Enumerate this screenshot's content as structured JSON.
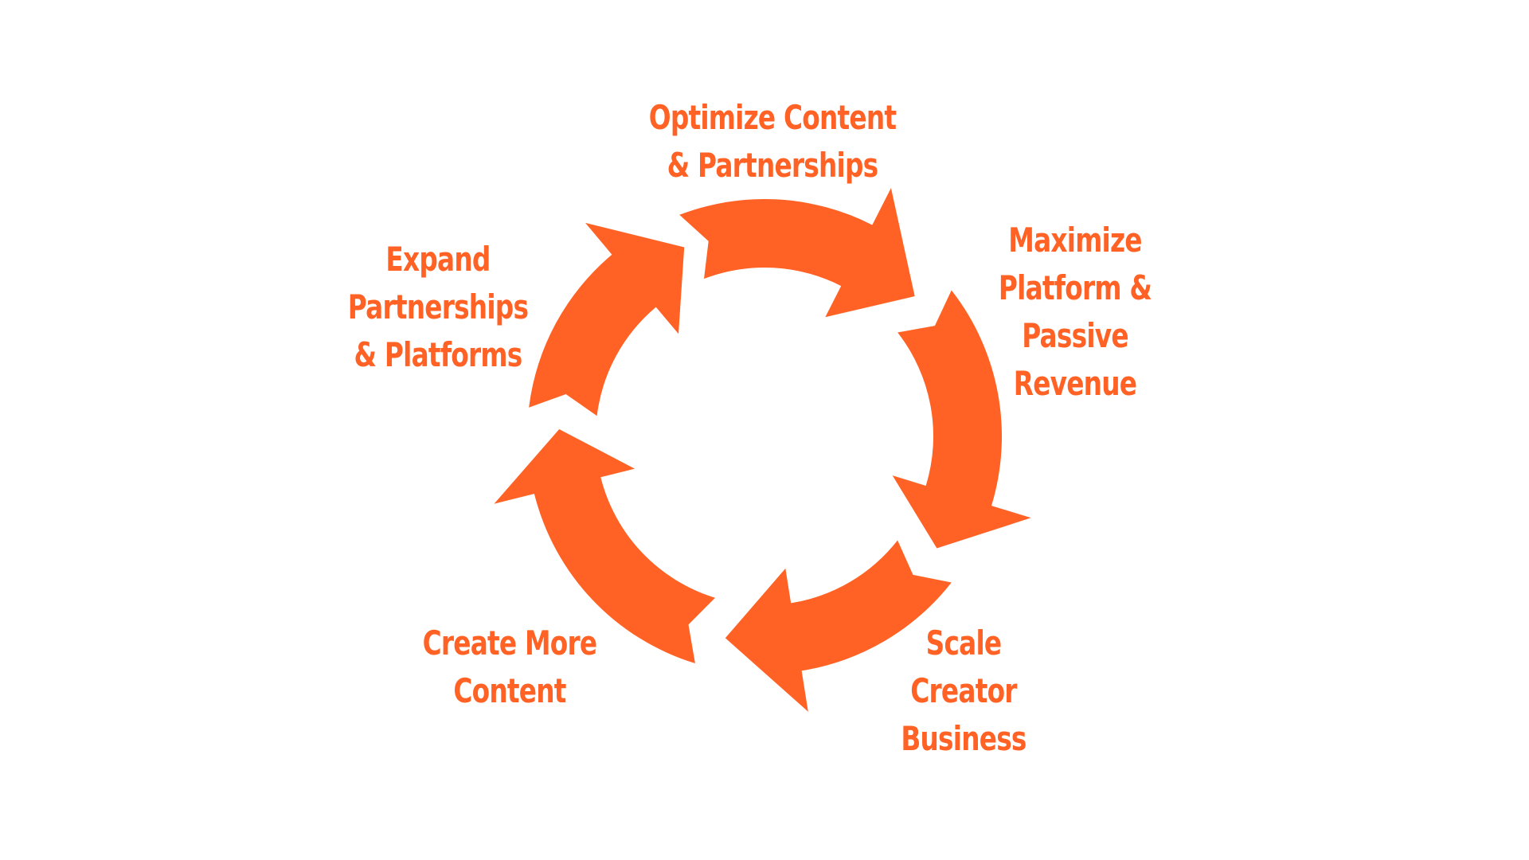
{
  "colors": {
    "accent": "#FF6224",
    "background": "#FFFFFF"
  },
  "cycle": {
    "steps": [
      {
        "lines": [
          "Optimize Content",
          "& Partnerships"
        ]
      },
      {
        "lines": [
          "Maximize",
          "Platform &",
          "Passive",
          "Revenue"
        ]
      },
      {
        "lines": [
          "Scale",
          "Creator",
          "Business"
        ]
      },
      {
        "lines": [
          "Create More",
          "Content"
        ]
      },
      {
        "lines": [
          "Expand",
          "Partnerships",
          "& Platforms"
        ]
      }
    ]
  }
}
